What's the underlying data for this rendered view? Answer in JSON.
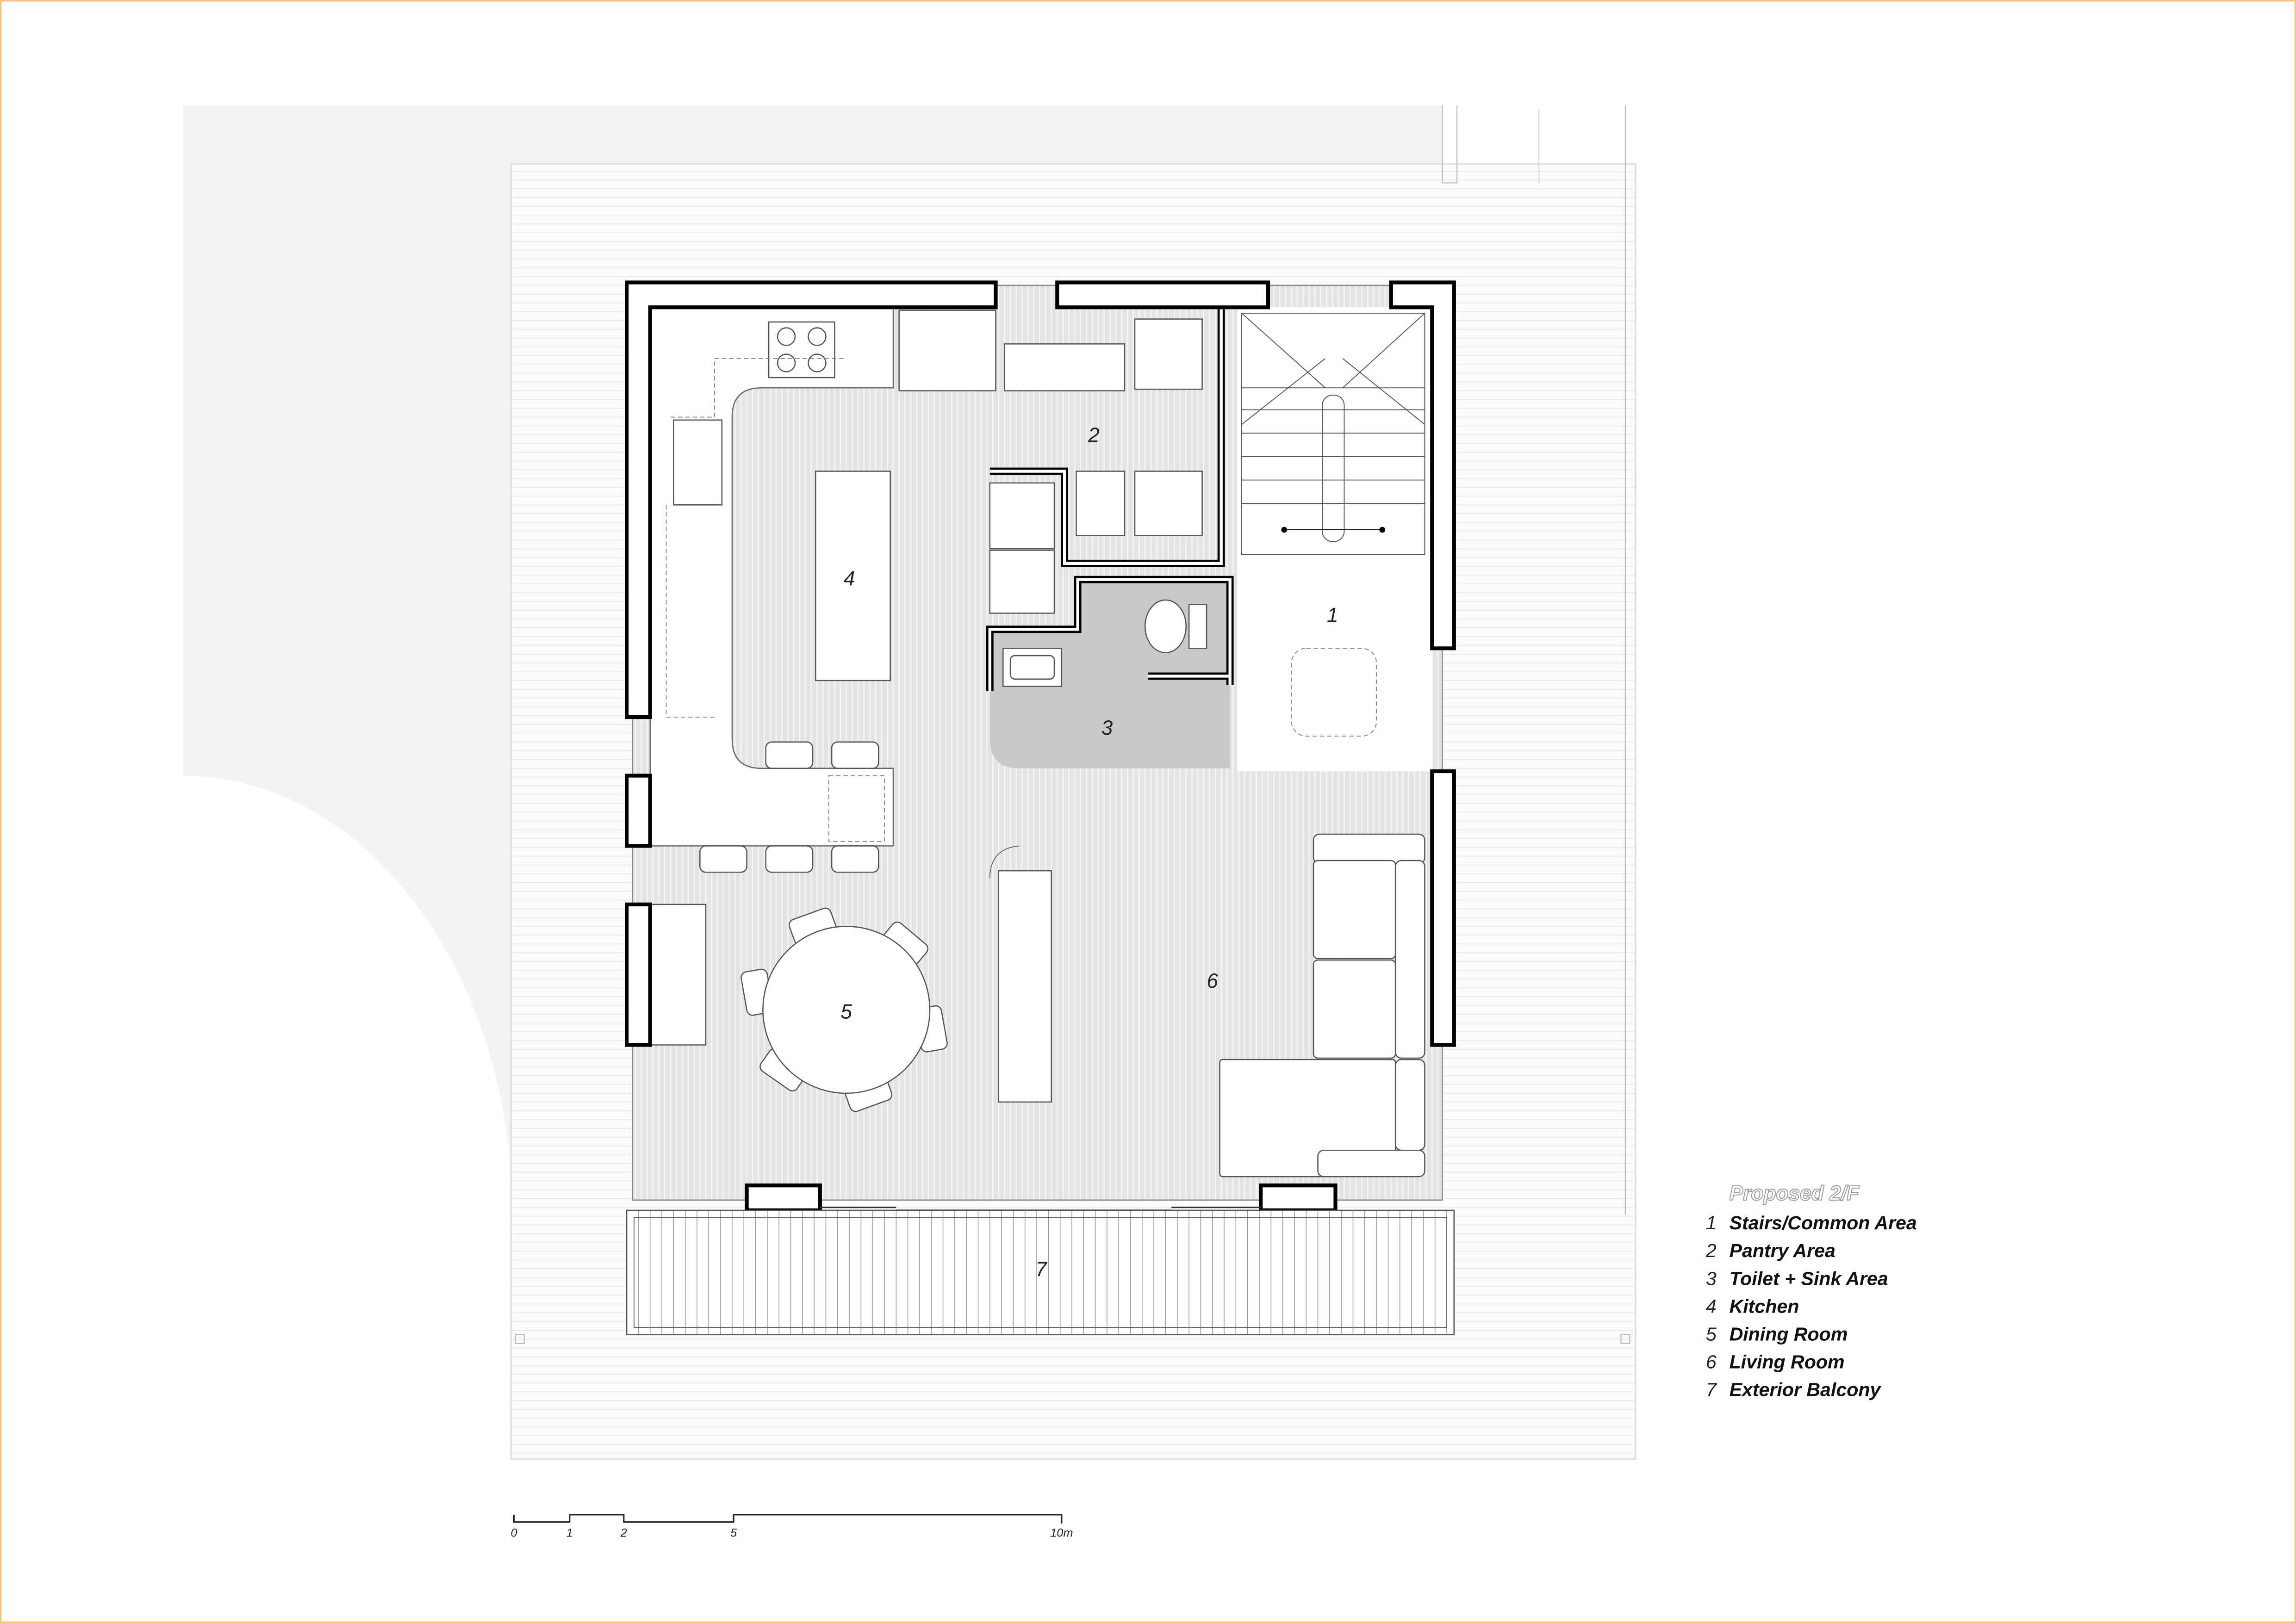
{
  "legend": {
    "title": "Proposed  2/F",
    "items": [
      {
        "num": "1",
        "label": "Stairs/Common Area"
      },
      {
        "num": "2",
        "label": "Pantry Area"
      },
      {
        "num": "3",
        "label": "Toilet + Sink Area"
      },
      {
        "num": "4",
        "label": "Kitchen"
      },
      {
        "num": "5",
        "label": "Dining Room"
      },
      {
        "num": "6",
        "label": "Living Room"
      },
      {
        "num": "7",
        "label": "Exterior Balcony"
      }
    ]
  },
  "room_tags": [
    "1",
    "2",
    "3",
    "4",
    "5",
    "6",
    "7"
  ],
  "scale_bar": {
    "ticks": [
      "0",
      "1",
      "2",
      "5",
      "10m"
    ]
  },
  "colors": {
    "wall": "#000000",
    "floor": "#e4e4e4",
    "wet_area": "#c9c9c9",
    "site": "#f4f4f4",
    "frame": "#f5b342"
  }
}
